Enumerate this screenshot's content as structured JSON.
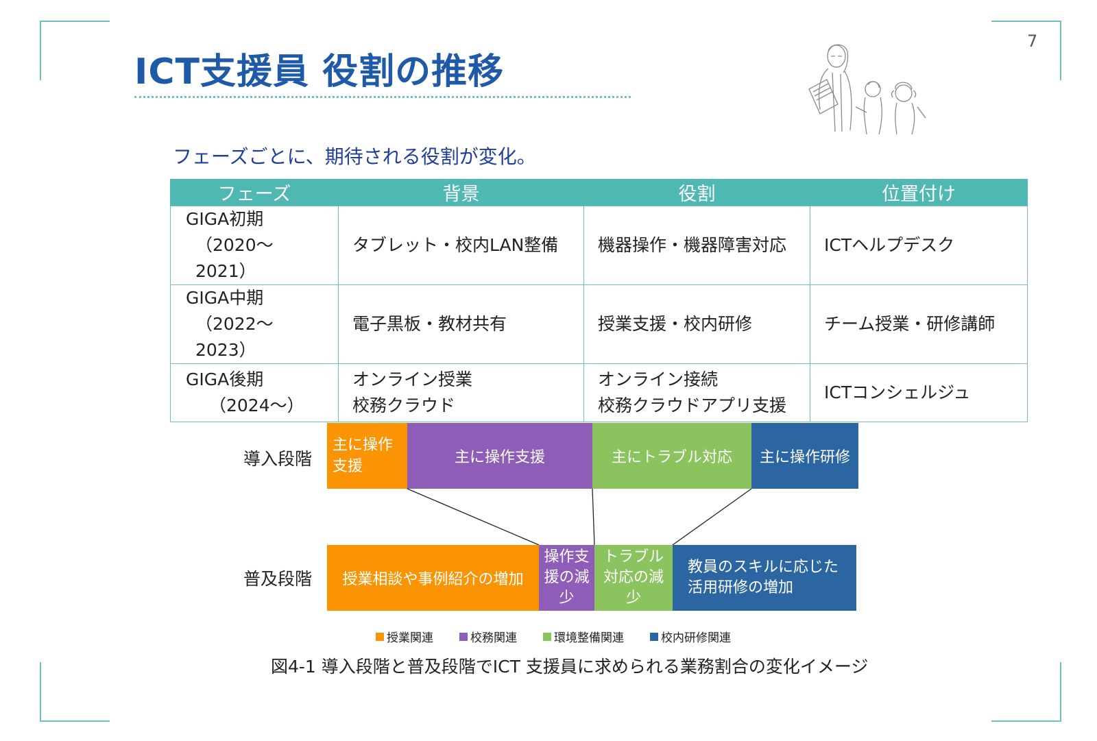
{
  "page_number": "7",
  "title": "ICT支援員 役割の推移",
  "subtitle": "フェーズごとに、期待される役割が変化。",
  "table": {
    "headers": [
      "フェーズ",
      "背景",
      "役割",
      "位置付け"
    ],
    "rows": [
      {
        "phase_line1": "GIGA初期",
        "phase_line2": "（2020〜2021）",
        "background_line1": "タブレット・校内LAN整備",
        "background_line2": "",
        "role_line1": "機器操作・機器障害対応",
        "role_line2": "",
        "position": "ICTヘルプデスク"
      },
      {
        "phase_line1": "GIGA中期",
        "phase_line2": "（2022〜2023）",
        "background_line1": "電子黒板・教材共有",
        "background_line2": "",
        "role_line1": "授業支援・校内研修",
        "role_line2": "",
        "position": "チーム授業・研修講師"
      },
      {
        "phase_line1": "GIGA後期",
        "phase_line2": "（2024〜）",
        "background_line1": "オンライン授業",
        "background_line2": "校務クラウド",
        "role_line1": "オンライン接続",
        "role_line2": "校務クラウドアプリ支援",
        "position": "ICTコンシェルジュ"
      }
    ]
  },
  "diagram": {
    "stage_intro_label": "導入段階",
    "stage_spread_label": "普及段階",
    "intro_segments": [
      {
        "line1": "主に操作",
        "line2": "支援",
        "line3": "",
        "category": "授業関連"
      },
      {
        "line1": "主に操作支援",
        "line2": "",
        "line3": "",
        "category": "校務関連"
      },
      {
        "line1": "主にトラブル対応",
        "line2": "",
        "line3": "",
        "category": "環境整備関連"
      },
      {
        "line1": "主に操作研修",
        "line2": "",
        "line3": "",
        "category": "校内研修関連"
      }
    ],
    "spread_segments": [
      {
        "line1": "授業相談や事例紹介の増加",
        "line2": "",
        "line3": "",
        "category": "授業関連"
      },
      {
        "line1": "操作支",
        "line2": "援の減",
        "line3": "少",
        "category": "校務関連"
      },
      {
        "line1": "トラブル",
        "line2": "対応の減",
        "line3": "少",
        "category": "環境整備関連"
      },
      {
        "line1": "教員のスキルに応じた",
        "line2": "活用研修の増加",
        "line3": "",
        "category": "校内研修関連"
      }
    ],
    "legend": [
      {
        "label": "授業関連",
        "color": "#fb9404"
      },
      {
        "label": "校務関連",
        "color": "#8d5db7"
      },
      {
        "label": "環境整備関連",
        "color": "#8bc35e"
      },
      {
        "label": "校内研修関連",
        "color": "#2c66a2"
      }
    ],
    "caption": "図4-1 導入段階と普及段階でICT 支援員に求められる業務割合の変化イメージ"
  },
  "colors": {
    "accent_teal": "#4fb8b3",
    "title_blue": "#1f5aa8",
    "subtitle_blue": "#1f3f9a"
  },
  "icons": {
    "illustration": "teacher-and-children-line-drawing"
  }
}
